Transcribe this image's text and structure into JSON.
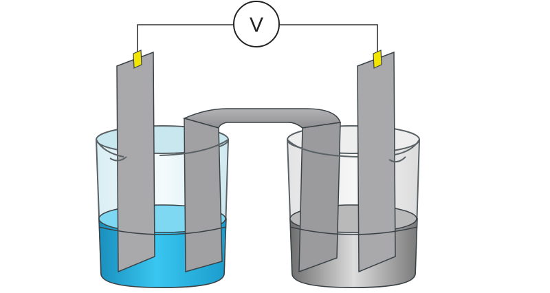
{
  "diagram": {
    "voltmeter": {
      "symbol": "V"
    },
    "colors": {
      "wire": "#333333",
      "clip": "#f2e600",
      "electrode": "#a9a9ab",
      "electrode_shade": "#8f8f91",
      "salt_bridge": "#9d9d9f",
      "left_solution": "#2fbde8",
      "right_solution": "#9b9b9b",
      "glass": "#5a6266"
    },
    "left_beaker": {
      "solution_fill_level": 0.45
    },
    "right_beaker": {
      "solution_fill_level": 0.45
    }
  }
}
